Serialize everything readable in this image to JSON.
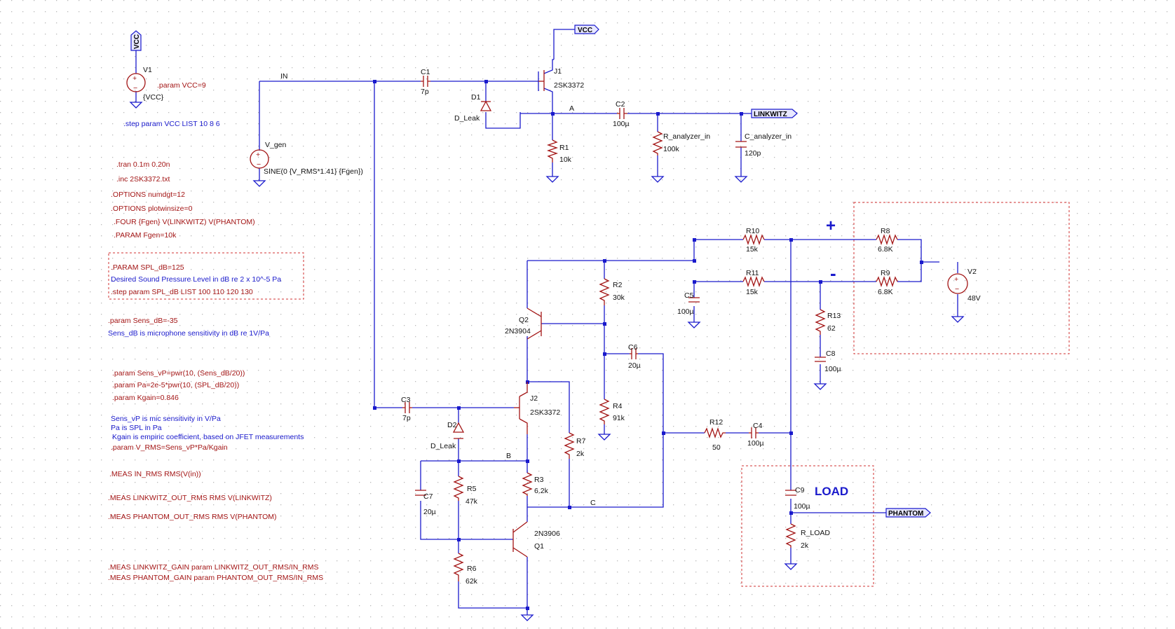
{
  "netlabels": {
    "vcc_top": "VCC",
    "vcc_supply": "VCC",
    "in": "IN",
    "a": "A",
    "b": "B",
    "c": "C",
    "linkwitz": "LINKWITZ",
    "phantom": "PHANTOM"
  },
  "annotations": {
    "plus": "+",
    "minus": "-",
    "load": "LOAD"
  },
  "components": {
    "V1": {
      "name": "V1",
      "value": "{VCC}"
    },
    "V_gen": {
      "name": "V_gen",
      "value": "SINE(0 {V_RMS*1.41} {Fgen})"
    },
    "C1": {
      "name": "C1",
      "value": "7p"
    },
    "D1": {
      "name": "D1",
      "value": "D_Leak"
    },
    "J1": {
      "name": "J1",
      "value": "2SK3372"
    },
    "R1": {
      "name": "R1",
      "value": "10k"
    },
    "C2": {
      "name": "C2",
      "value": "100µ"
    },
    "R_analyzer_in": {
      "name": "R_analyzer_in",
      "value": "100k"
    },
    "C_analyzer_in": {
      "name": "C_analyzer_in",
      "value": "120p"
    },
    "R10": {
      "name": "R10",
      "value": "15k"
    },
    "R8": {
      "name": "R8",
      "value": "6.8K"
    },
    "R11": {
      "name": "R11",
      "value": "15k"
    },
    "R9": {
      "name": "R9",
      "value": "6.8K"
    },
    "V2": {
      "name": "V2",
      "value": "48V"
    },
    "R2": {
      "name": "R2",
      "value": "30k"
    },
    "C5": {
      "name": "C5",
      "value": "100µ"
    },
    "R13": {
      "name": "R13",
      "value": "62"
    },
    "C8": {
      "name": "C8",
      "value": "100µ"
    },
    "Q2": {
      "name": "Q2",
      "value": "2N3904"
    },
    "C6": {
      "name": "C6",
      "value": "20µ"
    },
    "C3": {
      "name": "C3",
      "value": "7p"
    },
    "J2": {
      "name": "J2",
      "value": "2SK3372"
    },
    "D2": {
      "name": "D2",
      "value": "D_Leak"
    },
    "R4": {
      "name": "R4",
      "value": "91k"
    },
    "R7": {
      "name": "R7",
      "value": "2k"
    },
    "R12": {
      "name": "R12",
      "value": "50"
    },
    "C4": {
      "name": "C4",
      "value": "100µ"
    },
    "R5": {
      "name": "R5",
      "value": "47k"
    },
    "R3": {
      "name": "R3",
      "value": "6.2k"
    },
    "C7": {
      "name": "C7",
      "value": "20µ"
    },
    "Q1": {
      "name": "Q1",
      "value": "2N3906"
    },
    "R6": {
      "name": "R6",
      "value": "62k"
    },
    "C9": {
      "name": "C9",
      "value": "100µ"
    },
    "R_LOAD": {
      "name": "R_LOAD",
      "value": "2k"
    }
  },
  "directives": {
    "param_vcc": ".param VCC=9",
    "step_vcc": ".step param VCC LIST 10 8 6",
    "tran": ".tran 0.1m 0.20n",
    "inc": ".inc 2SK3372.txt",
    "opt_numdgt": ".OPTIONS numdgt=12",
    "opt_plotwinsize": ".OPTIONS plotwinsize=0",
    "four": ".FOUR {Fgen}   V(LINKWITZ)  V(PHANTOM)",
    "param_fgen": ".PARAM Fgen=10k",
    "param_spl": ".PARAM SPL_dB=125",
    "comment_spl": "Desired Sound Pressure Level in dB re 2 x 10^-5 Pa",
    "step_spl": ".step param SPL_dB LIST 100 110 120 130",
    "param_sens": ".param Sens_dB=-35",
    "comment_sens": "Sens_dB is microphone sensitivity in dB re 1V/Pa",
    "param_sens_vp": ".param Sens_vP=pwr(10, (Sens_dB/20))",
    "param_pa": ".param Pa=2e-5*pwr(10, (SPL_dB/20))",
    "param_kgain": ".param Kgain=0.846",
    "comment_sens_vp": "Sens_vP is mic sensitivity in V/Pa",
    "comment_pa": "Pa is  SPL in Pa",
    "comment_kgain": "Kgain is empiric coefficient, based on JFET measurements",
    "param_vrms": ".param V_RMS=Sens_vP*Pa/Kgain",
    "meas_in": ".MEAS IN_RMS RMS(V(in))",
    "meas_link_out": ".MEAS  LINKWITZ_OUT_RMS RMS V(LINKWITZ)",
    "meas_ph_out": ".MEAS  PHANTOM_OUT_RMS RMS V(PHANTOM)",
    "meas_link_gain": ".MEAS   LINKWITZ_GAIN   param LINKWITZ_OUT_RMS/IN_RMS",
    "meas_ph_gain": ".MEAS   PHANTOM_GAIN   param PHANTOM_OUT_RMS/IN_RMS"
  },
  "colors": {
    "wire": "#1a1acc",
    "component": "#a31515",
    "spice_directive": "#a31515",
    "comment": "#1a1acc",
    "grid_dot": "#b9b9b9",
    "region_box": "#d03030"
  }
}
